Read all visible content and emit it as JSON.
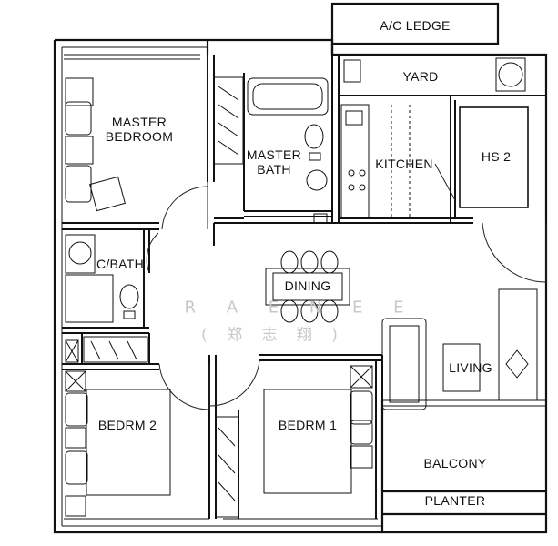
{
  "rooms": {
    "ac_ledge": "A/C LEDGE",
    "yard": "YARD",
    "master_bedroom": "MASTER\nBEDROOM",
    "master_bath": "MASTER\nBATH",
    "kitchen": "KITCHEN",
    "hs2": "HS 2",
    "c_bath": "C/BATH",
    "dining": "DINING",
    "living": "LIVING",
    "bedrm2": "BEDRM 2",
    "bedrm1": "BEDRM 1",
    "balcony": "BALCONY",
    "planter": "PLANTER"
  },
  "watermark": {
    "line1": "R A E N E   E",
    "line2": "( 郑 志 翔 )"
  },
  "colors": {
    "wall": "#111111",
    "fixture": "#333333",
    "watermark": "#c8c8c8"
  }
}
